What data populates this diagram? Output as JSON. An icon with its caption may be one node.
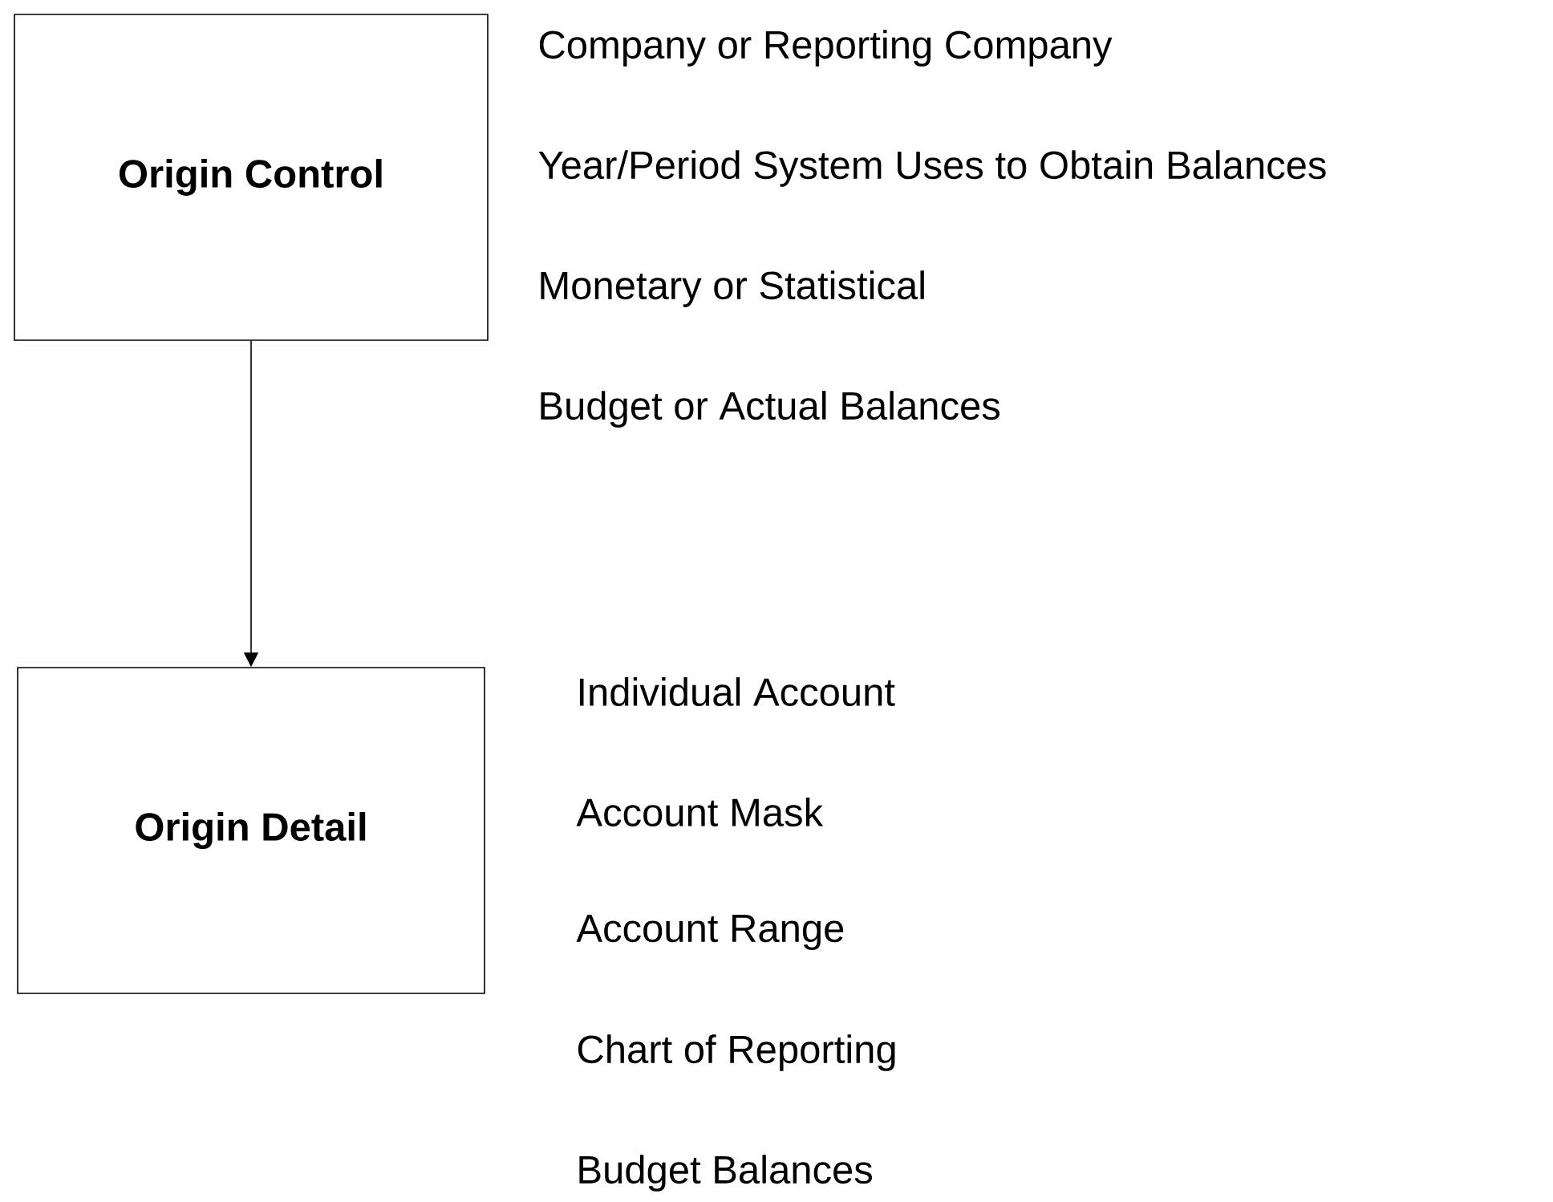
{
  "diagram": {
    "nodes": [
      {
        "text": [
          "Origin Control"
        ],
        "beside": [
          "Company or Reporting Company",
          "Year/Period System Uses to Obtain Balances",
          "Monetary or Statistical",
          "Budget or Actual Balances"
        ]
      },
      {
        "text": [
          "Origin Detail"
        ],
        "beside": [
          "Individual Account",
          "Account Mask",
          "Account Range",
          "Chart of Reporting",
          "Budget Balances"
        ]
      }
    ],
    "edges": [
      {
        "from": 0,
        "to": 1,
        "arrow": "to"
      }
    ]
  }
}
